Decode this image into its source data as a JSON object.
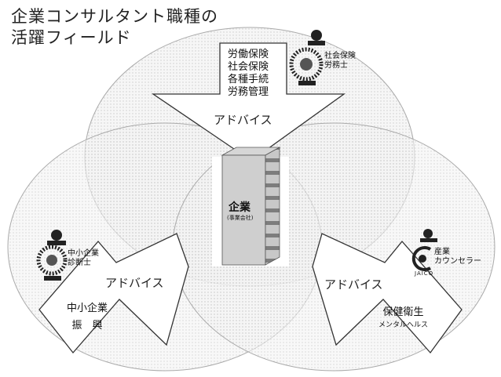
{
  "title": {
    "line1": "企業コンサルタント職種の",
    "line2": "活躍フィールド"
  },
  "center": {
    "label": "企業",
    "sub": "(事業会社)"
  },
  "top": {
    "topics": [
      "労働保険",
      "社会保険",
      "各種手続",
      "労務管理"
    ],
    "advice": "アドバイス",
    "role": [
      "社会保険",
      "労務士"
    ]
  },
  "left": {
    "advice": "アドバイス",
    "topics": [
      "中小企業",
      "振　興"
    ],
    "role": [
      "中小企業",
      "診断士"
    ]
  },
  "right": {
    "advice": "アドバイス",
    "topics": [
      "保健衛生",
      "メンタルヘルス"
    ],
    "role": [
      "産業",
      "カウンセラー"
    ],
    "org": "JAICO"
  },
  "colors": {
    "circle_fill": "#ececec",
    "arrow_fill": "#ffffff",
    "building_front": "#bdbdbd",
    "building_side": "#8e8e8e",
    "stroke": "#333333"
  }
}
